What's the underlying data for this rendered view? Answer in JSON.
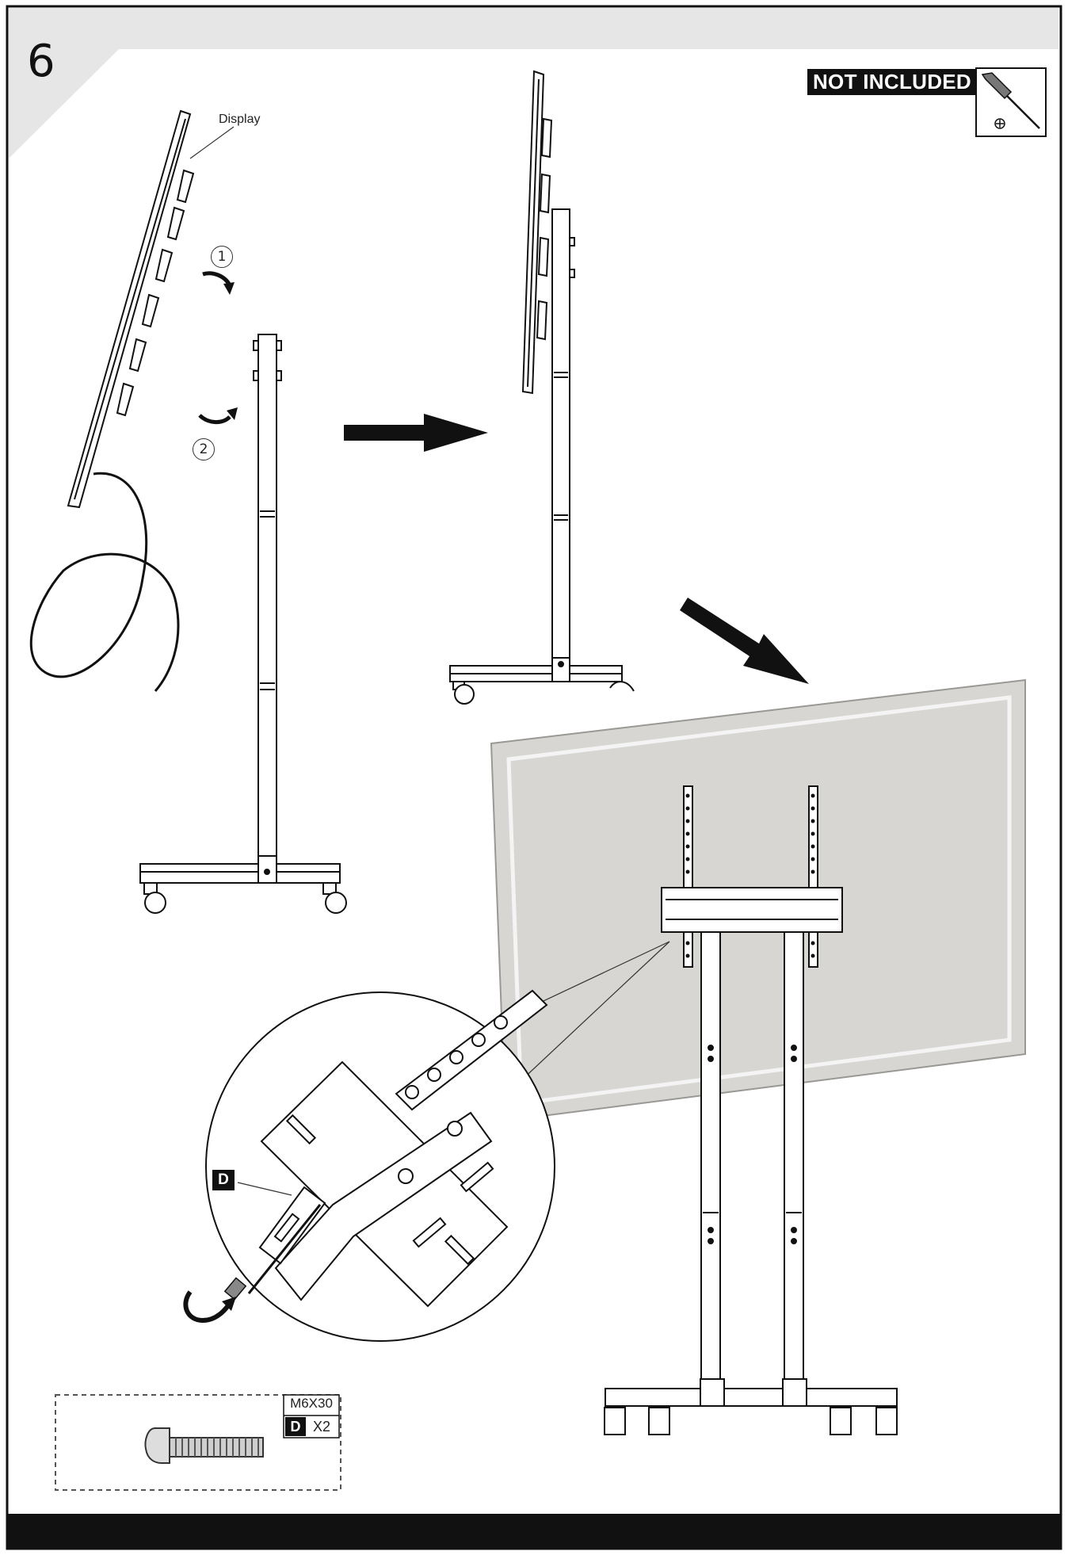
{
  "step": {
    "number": "6"
  },
  "labels": {
    "display": "Display",
    "not_included": "NOT INCLUDED",
    "rotate_step_1": "1",
    "rotate_step_2": "2"
  },
  "hardware": {
    "size": "M6X30",
    "letter": "D",
    "quantity": "X2"
  },
  "callout": {
    "letter": "D"
  },
  "icons": [
    "screwdriver-icon",
    "phillips-head-icon",
    "arrow-right-icon",
    "arrow-down-right-icon",
    "rotate-arrow-icon"
  ],
  "colors": {
    "ink": "#111111",
    "screen_fill": "#d8d6d3",
    "corner_fill": "#e6e6e6",
    "footer_bar": "#111111"
  }
}
